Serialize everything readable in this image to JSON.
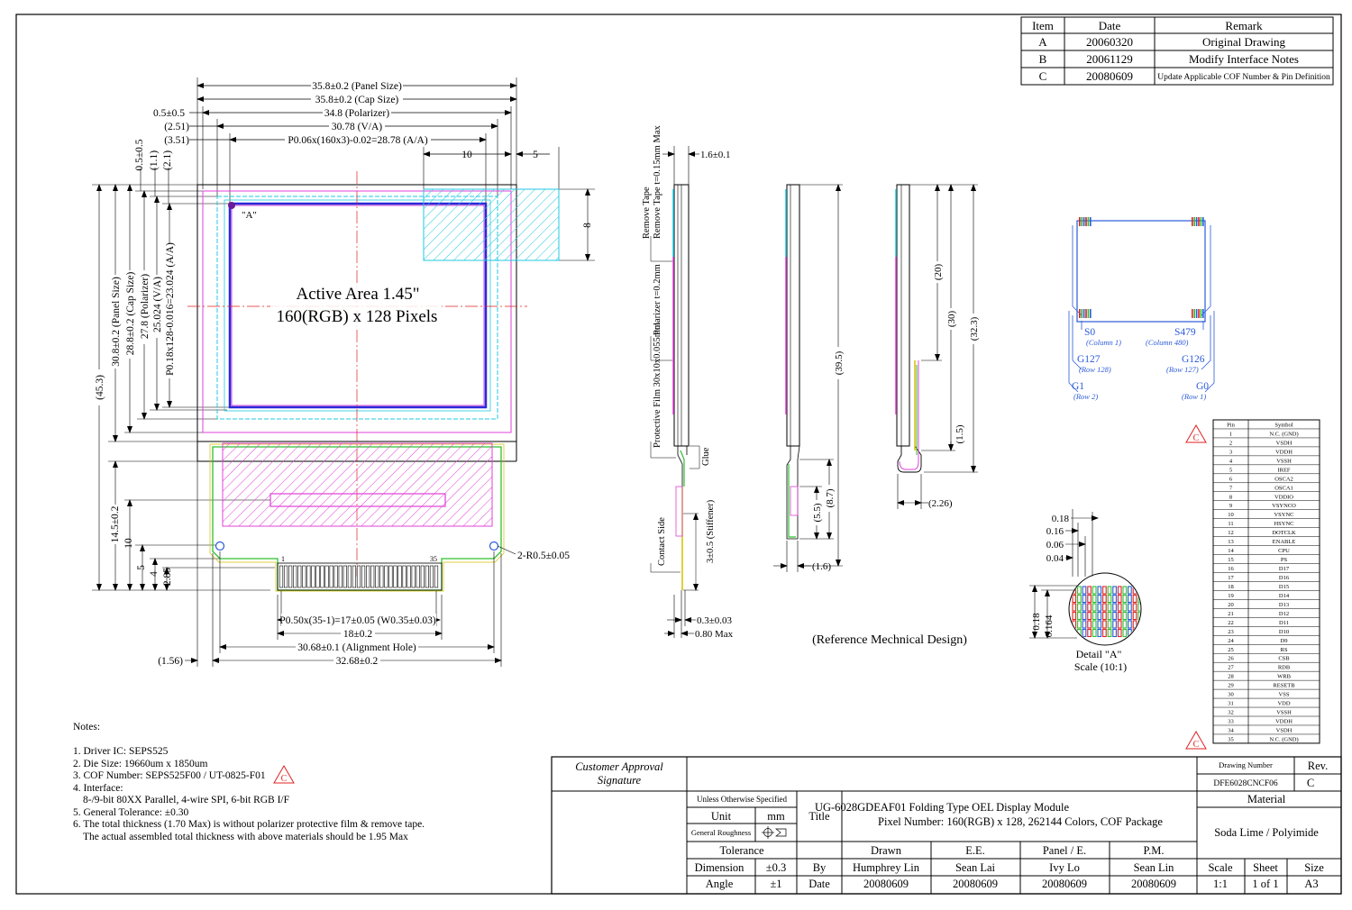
{
  "revision_table": {
    "headers": [
      "Item",
      "Date",
      "Remark"
    ],
    "rows": [
      {
        "item": "A",
        "date": "20060320",
        "remark": "Original Drawing"
      },
      {
        "item": "B",
        "date": "20061129",
        "remark": "Modify Interface Notes"
      },
      {
        "item": "C",
        "date": "20080609",
        "remark": "Update Applicable COF Number & Pin Definition"
      }
    ]
  },
  "front_view": {
    "dims_top": [
      "35.8±0.2 (Panel Size)",
      "35.8±0.2 (Cap Size)",
      "34.8 (Polarizer)",
      "30.78 (V/A)",
      "P0.06x(160x3)-0.02=28.78 (A/A)"
    ],
    "dims_top_left": [
      "0.5±0.5",
      "(2.51)",
      "(3.51)"
    ],
    "dim_10": "10",
    "dim_5": "5",
    "dim_8": "8",
    "dims_left_small": [
      "0.5±0.5",
      "(1.1)",
      "(2.1)"
    ],
    "dims_left": [
      "(45.3)",
      "30.8±0.2 (Panel Size)",
      "28.8±0.2 (Cap Size)",
      "27.8 (Polarizer)",
      "25.024 (V/A)",
      "P0.18x128-0.016=23.024 (A/A)"
    ],
    "dims_left_bottom": [
      "14.5±0.2",
      "10",
      "5",
      "4",
      "2.85"
    ],
    "marker_a": "\"A\"",
    "active_area_line1": "Active Area 1.45\"",
    "active_area_line2": "160(RGB) x 128 Pixels",
    "pin1": "1",
    "pin35": "35",
    "hole_label": "2-R0.5±0.05",
    "dims_bottom": [
      "P0.50x(35-1)=17±0.05 (W0.35±0.03)",
      "18±0.2",
      "30.68±0.1 (Alignment Hole)",
      "32.68±0.2"
    ],
    "dim_1_56": "(1.56)"
  },
  "side_view": {
    "dim_top": "1.6±0.1",
    "labels": [
      "Remove Tape t=0.15mm Max",
      "Polarizer t=0.2mm",
      "Protective Film 30x10x0.055mm",
      "Glue",
      "Contact Side",
      "3±0.5 (Stiffener)"
    ],
    "dims_bottom": [
      "0.3±0.03",
      "0.80 Max"
    ]
  },
  "folded_view": {
    "dims": [
      "(39.5)",
      "(8.7)",
      "(5.5)",
      "(1.6)"
    ]
  },
  "folded_view2": {
    "dims": [
      "(20)",
      "(30)",
      "(32.3)",
      "(1.5)",
      "(2.26)"
    ]
  },
  "reference_note": "(Reference Mechnical Design)",
  "chip_view": {
    "labels": [
      "S0",
      "(Column 1)",
      "S479",
      "(Column 480)",
      "G127",
      "(Row 128)",
      "G126",
      "(Row 127)",
      "G1",
      "(Row 2)",
      "G0",
      "(Row 1)"
    ]
  },
  "detail_a": {
    "dims": [
      "0.18",
      "0.16",
      "0.06",
      "0.04",
      "0.18",
      "0.164"
    ],
    "title": "Detail \"A\"",
    "scale": "Scale (10:1)"
  },
  "revision_mark": "C",
  "pin_table": {
    "headers": [
      "Pin",
      "Symbol"
    ],
    "symbols": [
      "N.C. (GND)",
      "VSDH",
      "VDDH",
      "VSSH",
      "IREF",
      "OSCA2",
      "OSCA1",
      "VDDIO",
      "VSYNCO",
      "VSYNC",
      "HSYNC",
      "DOTCLK",
      "ENABLE",
      "CPU",
      "PS",
      "D17",
      "D16",
      "D15",
      "D14",
      "D13",
      "D12",
      "D11",
      "D10",
      "D9",
      "RS",
      "CSB",
      "RDB",
      "WRB",
      "RESETB",
      "VSS",
      "VDD",
      "VSSH",
      "VDDH",
      "VSDH",
      "N.C. (GND)"
    ]
  },
  "notes": {
    "title": "Notes:",
    "items": [
      "1. Driver IC: SEPS525",
      "2. Die Size: 19660um x 1850um",
      "3. COF Number: SEPS525F00 / UT-0825-F01",
      "4. Interface:",
      "8-/9-bit 80XX Parallel, 4-wire SPI, 6-bit RGB I/F",
      "5. General Tolerance: ±0.30",
      "6. The total thickness (1.70 Max) is without polarizer protective film & remove tape.",
      "The actual assembled total thickness with above materials should be 1.95 Max"
    ]
  },
  "title_block": {
    "customer_approval_1": "Customer Approval",
    "customer_approval_2": "Signature",
    "unless": "Unless Otherwise Specified",
    "unit_label": "Unit",
    "unit_value": "mm",
    "general_roughness": "General Roughness",
    "title_label": "Title",
    "title_line1": "UG-6028GDEAF01 Folding Type OEL Display Module",
    "title_line2": "Pixel Number: 160(RGB) x 128, 262144 Colors, COF Package",
    "drawing_number_label": "Drawing Number",
    "drawing_number": "DFE6028CNCF06",
    "rev_label": "Rev.",
    "rev_value": "C",
    "material_label": "Material",
    "material_value": "Soda Lime / Polyimide",
    "tolerance_label": "Tolerance",
    "dimension_label": "Dimension",
    "dimension_value": "±0.3",
    "angle_label": "Angle",
    "angle_value": "±1",
    "by_label": "By",
    "date_label": "Date",
    "roles": [
      "Drawn",
      "E.E.",
      "Panel / E.",
      "P.M."
    ],
    "names": [
      "Humphrey Lin",
      "Sean Lai",
      "Ivy Lo",
      "Sean Lin"
    ],
    "dates": [
      "20080609",
      "20080609",
      "20080609",
      "20080609"
    ],
    "scale_label": "Scale",
    "scale_value": "1:1",
    "sheet_label": "Sheet",
    "sheet_value": "1 of 1",
    "size_label": "Size",
    "size_value": "A3"
  }
}
